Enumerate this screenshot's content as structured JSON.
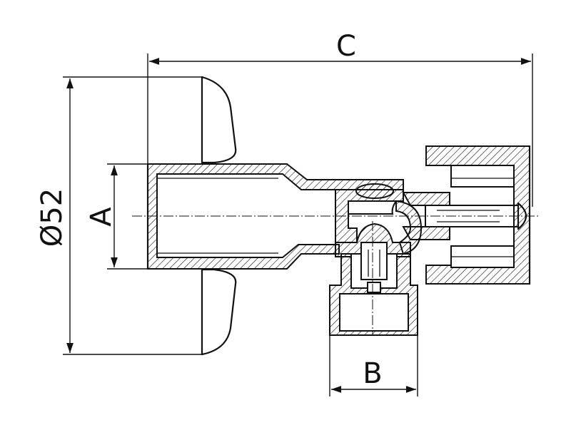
{
  "labels": {
    "dim_c": "C",
    "dim_a": "A",
    "dim_b": "B",
    "dim_diameter": "Ø52"
  },
  "colors": {
    "line": "#111111",
    "background": "#ffffff"
  }
}
